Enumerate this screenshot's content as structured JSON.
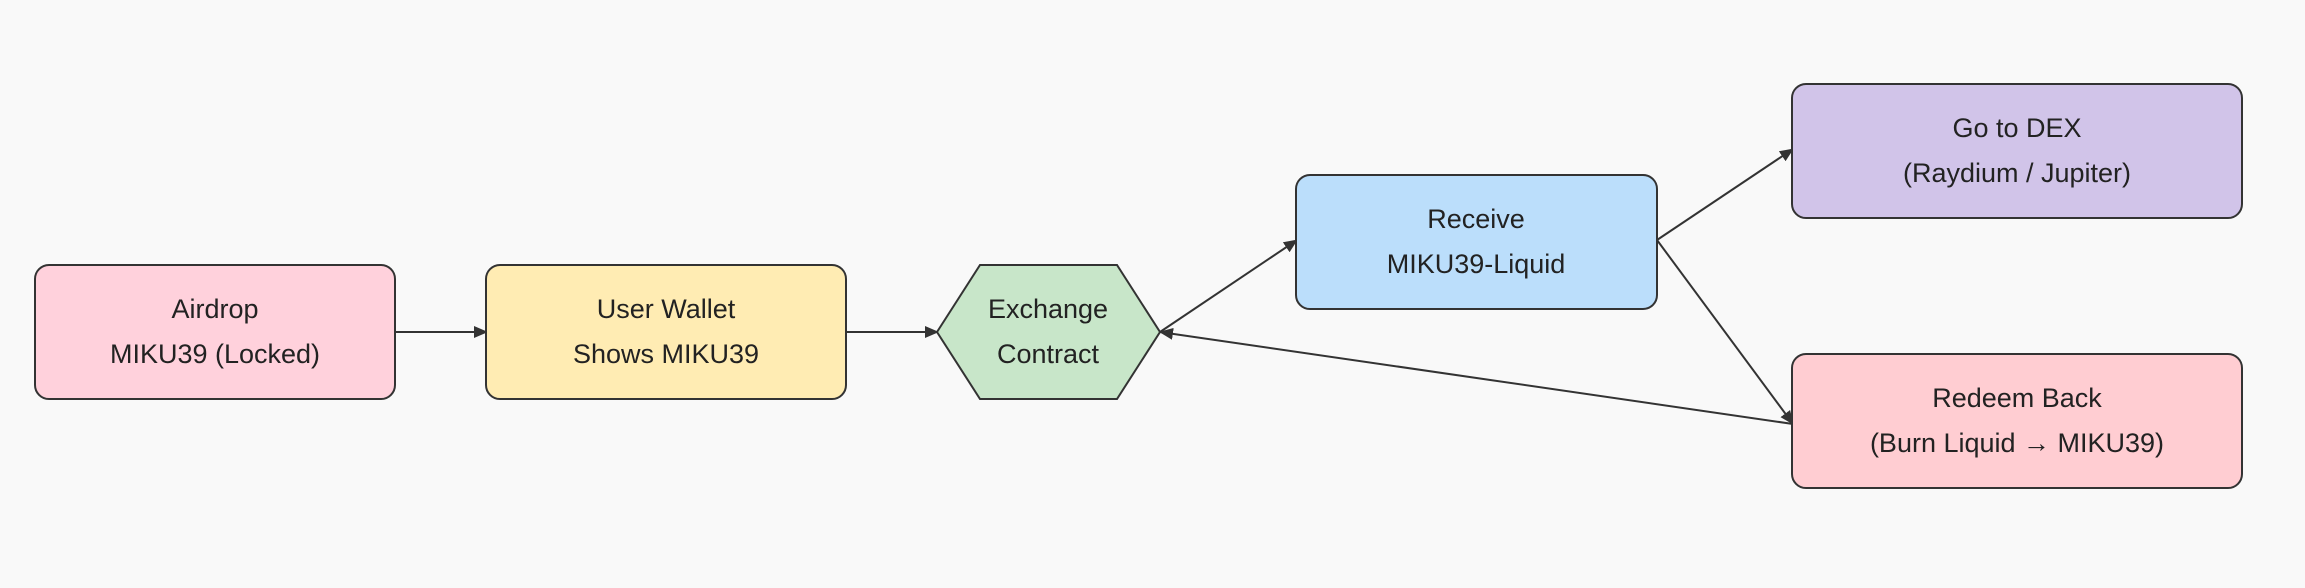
{
  "nodes": {
    "airdrop": {
      "line1": "Airdrop",
      "line2": "MIKU39 (Locked)",
      "fill": "#ffd1dc"
    },
    "wallet": {
      "line1": "User Wallet",
      "line2": "Shows MIKU39",
      "fill": "#ffecb3"
    },
    "exchange": {
      "line1": "Exchange",
      "line2": "Contract",
      "fill": "#c8e6c9"
    },
    "receive": {
      "line1": "Receive",
      "line2": "MIKU39-Liquid",
      "fill": "#bbdefb"
    },
    "dex": {
      "line1": "Go to DEX",
      "line2": "(Raydium / Jupiter)",
      "fill": "#d1c4e9"
    },
    "redeem": {
      "line1": "Redeem Back",
      "line2": "(Burn Liquid → MIKU39)",
      "fill": "#ffcdd2"
    }
  },
  "edges": [
    {
      "from": "airdrop",
      "to": "wallet"
    },
    {
      "from": "wallet",
      "to": "exchange"
    },
    {
      "from": "exchange",
      "to": "receive"
    },
    {
      "from": "receive",
      "to": "dex"
    },
    {
      "from": "receive",
      "to": "redeem"
    },
    {
      "from": "redeem",
      "to": "exchange"
    }
  ],
  "colors": {
    "background": "#f9f9f9",
    "stroke": "#333333",
    "text": "#222222"
  }
}
